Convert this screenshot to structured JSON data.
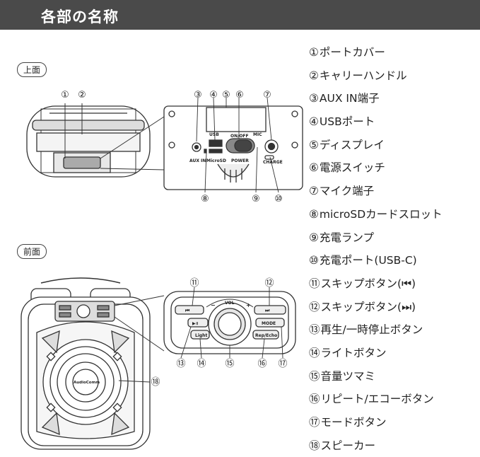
{
  "header": {
    "title": "各部の名称"
  },
  "sections": {
    "top_view": "上面",
    "front_view": "前面"
  },
  "parts": [
    {
      "num": "①",
      "name": "ポートカバー"
    },
    {
      "num": "②",
      "name": "キャリーハンドル"
    },
    {
      "num": "③",
      "name": "AUX IN端子"
    },
    {
      "num": "④",
      "name": "USBポート"
    },
    {
      "num": "⑤",
      "name": "ディスプレイ"
    },
    {
      "num": "⑥",
      "name": "電源スイッチ"
    },
    {
      "num": "⑦",
      "name": "マイク端子"
    },
    {
      "num": "⑧",
      "name": "microSDカードスロット"
    },
    {
      "num": "⑨",
      "name": "充電ランプ"
    },
    {
      "num": "⑩",
      "name": "充電ポート(USB-C)"
    },
    {
      "num": "⑪",
      "name": "スキップボタン(⏮)"
    },
    {
      "num": "⑫",
      "name": "スキップボタン(⏭)"
    },
    {
      "num": "⑬",
      "name": "再生/一時停止ボタン"
    },
    {
      "num": "⑭",
      "name": "ライトボタン"
    },
    {
      "num": "⑮",
      "name": "音量ツマミ"
    },
    {
      "num": "⑯",
      "name": "リピート/エコーボタン"
    },
    {
      "num": "⑰",
      "name": "モードボタン"
    },
    {
      "num": "⑱",
      "name": "スピーカー"
    }
  ],
  "top_panel": {
    "usb": "USB",
    "mic": "MIC",
    "on_off": "ON/OFF",
    "aux_in": "AUX IN",
    "microsd": "MicroSD",
    "power": "POWER",
    "charge": "CHARGE"
  },
  "front_panel": {
    "vol": "VOL",
    "vol_minus": "−",
    "vol_plus": "+",
    "prev": "⏮",
    "next": "⏭",
    "play": "▶॥",
    "light": "Light",
    "mode": "MODE",
    "rep_echo": "Rep/Echo"
  },
  "speaker_brand": "AudioComm",
  "callouts": {
    "c1": "①",
    "c2": "②",
    "c3": "③",
    "c4": "④",
    "c5": "⑤",
    "c6": "⑥",
    "c7": "⑦",
    "c8": "⑧",
    "c9": "⑨",
    "c10": "⑩",
    "c11": "⑪",
    "c12": "⑫",
    "c13": "⑬",
    "c14": "⑭",
    "c15": "⑮",
    "c16": "⑯",
    "c17": "⑰",
    "c18": "⑱"
  }
}
